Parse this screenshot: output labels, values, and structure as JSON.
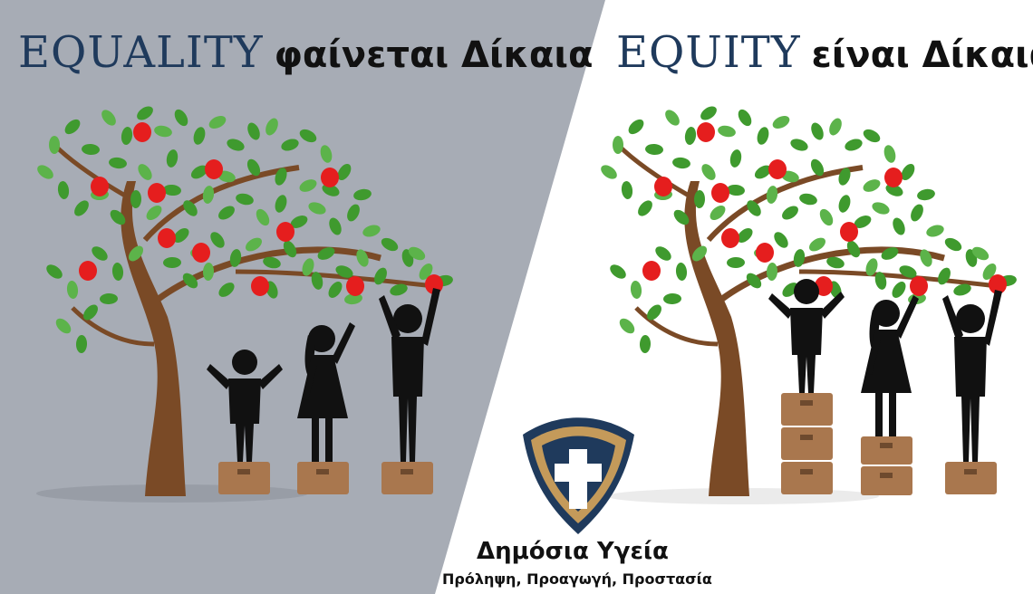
{
  "left_panel": {
    "title_en": "EQUALITY",
    "title_gr": "φαίνεται Δίκαια"
  },
  "right_panel": {
    "title_en": "EQUITY",
    "title_gr": "είναι Δίκαια"
  },
  "brand": {
    "name": "Δημόσια Υγεία",
    "tagline": "Πρόληψη, Προαγωγή, Προστασία",
    "logo_icon": "cross-shield-icon"
  },
  "colors": {
    "left_background": "#a7acb5",
    "right_background": "#ffffff",
    "title_en": "#1f3a5c",
    "leaf": "#3f9a2e",
    "apple": "#e51e1e",
    "trunk": "#7a4a26",
    "box": "#a9774e",
    "figure": "#111111",
    "shield_gold": "#c49a5a",
    "shield_navy": "#1f3a5c"
  }
}
